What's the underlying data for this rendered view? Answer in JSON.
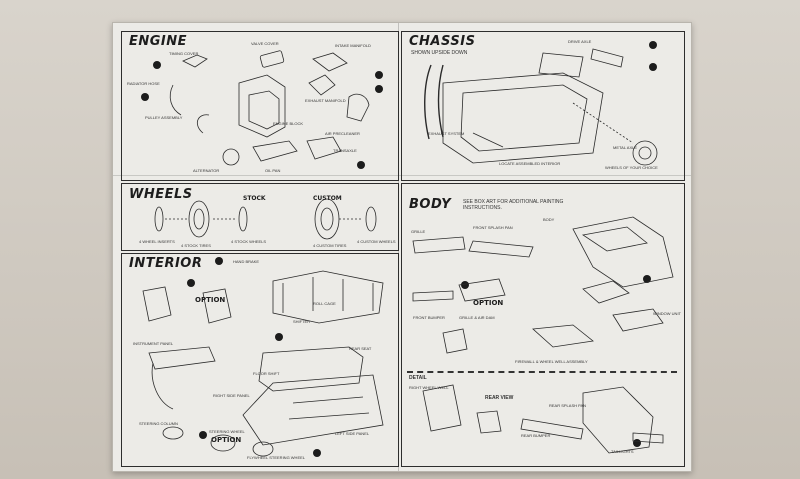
{
  "sections": {
    "engine": {
      "title": "ENGINE",
      "labels": [
        "TIMING COVER",
        "VALVE COVER",
        "INTAKE MANIFOLD",
        "RADIATOR HOSE",
        "PULLEY ASSEMBLY",
        "ENGINE BLOCK",
        "EXHAUST MANIFOLD",
        "AIR PRECLEANER",
        "TRANSAXLE",
        "OIL PAN",
        "ALTERNATOR"
      ]
    },
    "chassis": {
      "title": "CHASSIS",
      "subtitle": "SHOWN UPSIDE DOWN",
      "labels": [
        "DRIVE AXLE",
        "EXHAUST SYSTEM",
        "LOCATE ASSEMBLED INTERIOR",
        "METAL AXLE",
        "WHEELS OF YOUR CHOICE"
      ]
    },
    "wheels": {
      "title": "WHEELS",
      "stock_label": "STOCK",
      "custom_label": "CUSTOM",
      "labels": [
        "4 WHEEL INSERTS",
        "4 STOCK TIRES",
        "4 STOCK WHEELS",
        "4 CUSTOM TIRES",
        "4 CUSTOM WHEELS"
      ]
    },
    "interior": {
      "title": "INTERIOR",
      "option_label": "OPTION",
      "labels": [
        "HAND BRAKE",
        "ROLL CAGE",
        "SHIFTER",
        "REAR SEAT",
        "INSTRUMENT PANEL",
        "STEERING WHEEL",
        "STEERING COLUMN",
        "FLOOR SHIFT",
        "RIGHT SIDE PANEL",
        "LEFT SIDE PANEL",
        "FLYWHEEL STEERING WHEEL"
      ]
    },
    "body": {
      "title": "BODY",
      "subtitle": "SEE BOX ART FOR ADDITIONAL PAINTING INSTRUCTIONS.",
      "option_label": "OPTION",
      "detail_label": "DETAIL",
      "rear_view_label": "REAR VIEW",
      "labels": [
        "BODY",
        "GRILLE",
        "FRONT SPLASH PAN",
        "FRONT BUMPER",
        "GRILLE & AIR DAM",
        "WINDOW UNIT",
        "FIREWALL & WHEEL WELL ASSEMBLY",
        "REAR SPLASH PAN",
        "REAR BUMPER",
        "TAILLIGHTS",
        "RIGHT WHEEL WELL"
      ]
    }
  }
}
